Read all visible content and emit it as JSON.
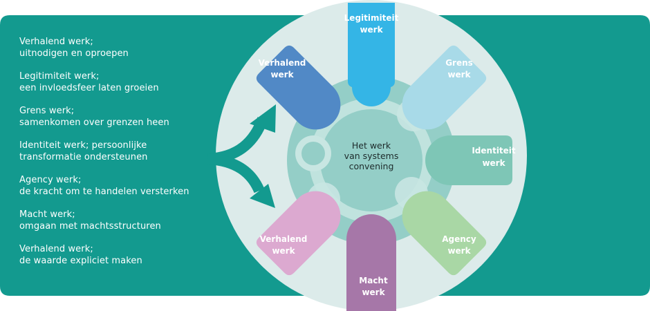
{
  "colors": {
    "panel": "#139a8f",
    "disc": "#dcebea",
    "hub": "#94cec7",
    "ring": "#c8e6e2",
    "arrow": "#139a8f",
    "verhalend_top": "#5189c6",
    "legitimiteit": "#34b5e6",
    "grens": "#a8dae8",
    "identiteit": "#7ec6b6",
    "agency": "#a9d7a5",
    "macht": "#a677a8",
    "verhalend_bottom": "#dca9d0"
  },
  "left_list": [
    {
      "line1": "Verhalend werk;",
      "line2": "uitnodigen en oproepen"
    },
    {
      "line1": "Legitimiteit werk;",
      "line2": "een invloedsfeer laten groeien"
    },
    {
      "line1": "Grens werk;",
      "line2": "samenkomen over grenzen heen"
    },
    {
      "line1": "Identiteit werk; persoonlijke",
      "line2": "transformatie ondersteunen"
    },
    {
      "line1": "Agency werk;",
      "line2": "de kracht om te handelen versterken"
    },
    {
      "line1": "Macht werk;",
      "line2": "omgaan met machtsstructuren"
    },
    {
      "line1": "Verhalend werk;",
      "line2": "de waarde expliciet maken"
    }
  ],
  "center": {
    "line1": "Het werk",
    "line2": "van systems",
    "line3": "convening"
  },
  "pieces": {
    "legitimiteit": {
      "line1": "Legitimiteit",
      "line2": "werk"
    },
    "grens": {
      "line1": "Grens",
      "line2": "werk"
    },
    "identiteit": {
      "line1": "Identiteit",
      "line2": "werk"
    },
    "agency": {
      "line1": "Agency",
      "line2": "werk"
    },
    "macht": {
      "line1": "Macht",
      "line2": "werk"
    },
    "verhalend_bottom": {
      "line1": "Verhalend",
      "line2": "werk"
    },
    "verhalend_top": {
      "line1": "Verhalend",
      "line2": "werk"
    }
  }
}
